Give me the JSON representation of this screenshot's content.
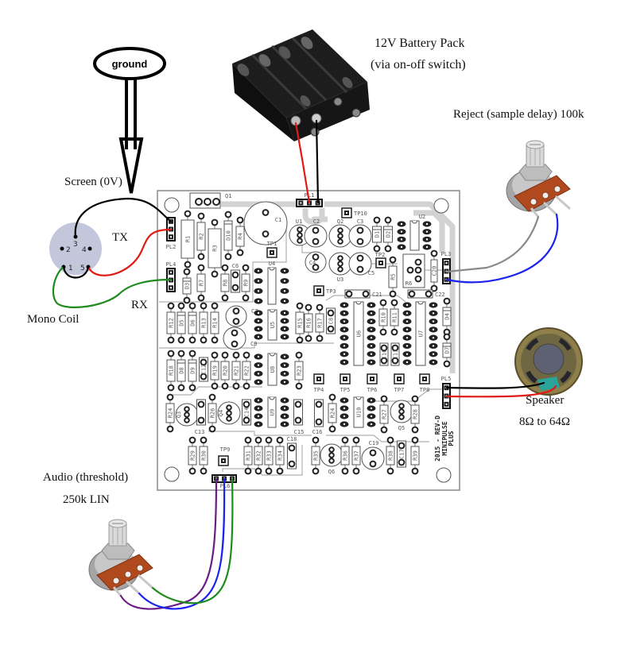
{
  "ground": {
    "label": "ground"
  },
  "coil": {
    "screen_label": "Screen (0V)",
    "tx_label": "TX",
    "rx_label": "RX",
    "name": "Mono Coil",
    "pins": [
      "1",
      "2",
      "3",
      "4",
      "5"
    ],
    "connector_color": "#c3c7dc"
  },
  "battery": {
    "title": "12V Battery Pack",
    "note": "(via on-off switch)"
  },
  "reject_pot": {
    "label": "Reject (sample delay) 100k"
  },
  "speaker": {
    "label": "Speaker",
    "impedance": "8Ω to 64Ω"
  },
  "audio_pot": {
    "label": "Audio (threshold)",
    "value": "250k LIN"
  },
  "wires": {
    "black": "#000000",
    "red": "#e01b16",
    "green": "#1d8c1d",
    "gray": "#8a8a8a",
    "blue": "#1a22ee",
    "purple": "#6b1d86"
  },
  "pcb": {
    "marking": [
      "2015 - REV-D",
      "MINIPULSE",
      "PLUS"
    ],
    "components": [
      "Q1",
      "C1",
      "R1",
      "R2",
      "R3",
      "D10",
      "R4",
      "TP1",
      "U1",
      "C2",
      "Q2",
      "C3",
      "D1",
      "D2",
      "U2",
      "TP10",
      "PL1",
      "PL2",
      "PL4",
      "D3",
      "R7",
      "R8",
      "C6",
      "R9",
      "U4",
      "C4",
      "U3",
      "C5",
      "TP2",
      "TP3",
      "R5",
      "R6",
      "C20",
      "PL3",
      "C21",
      "C22",
      "R12",
      "D5",
      "D6",
      "R13",
      "R14",
      "C7",
      "C9",
      "U5",
      "R15",
      "R16",
      "R17",
      "C8",
      "U6",
      "R10",
      "R11",
      "C10",
      "C11",
      "U7",
      "D4",
      "D7",
      "R18",
      "D8",
      "D9",
      "C12",
      "R19",
      "R20",
      "R21",
      "R22",
      "U8",
      "R23",
      "TP4",
      "TP5",
      "TP6",
      "TP7",
      "TP8",
      "PL5",
      "R24",
      "Q3",
      "C13",
      "R26",
      "Q4",
      "C14",
      "U9",
      "C15",
      "C16",
      "R24",
      "U10",
      "R27",
      "Q5",
      "R28",
      "R29",
      "R30",
      "TP9",
      "R31",
      "R32",
      "R33",
      "R34",
      "C18",
      "R35",
      "Q6",
      "R36",
      "R37",
      "C19",
      "R38",
      "C17",
      "R39",
      "PL6"
    ]
  }
}
